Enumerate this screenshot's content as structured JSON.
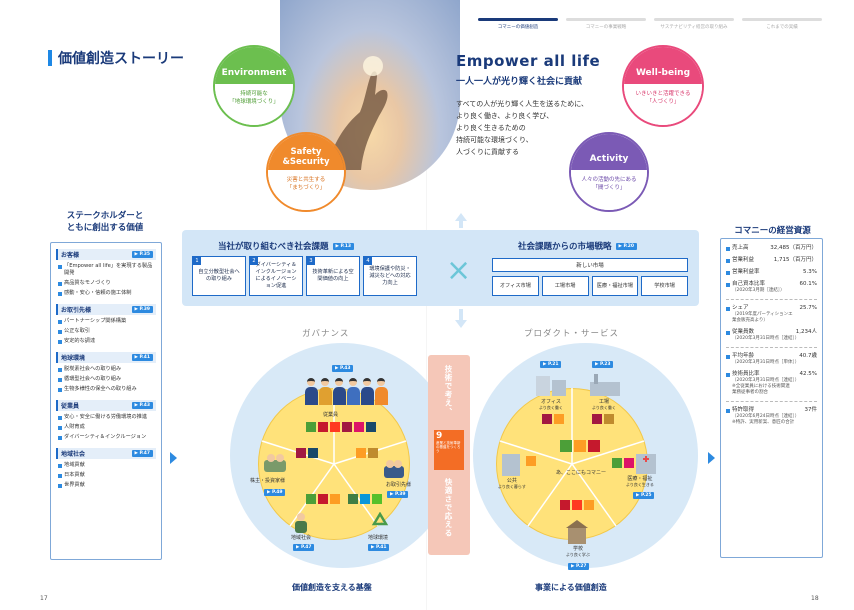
{
  "nav": {
    "tabs": [
      {
        "label": "コマニーの価値創造",
        "active": true
      },
      {
        "label": "コマニーの事業戦略",
        "active": false
      },
      {
        "label": "サステナビリティ経営の取り組み",
        "active": false
      },
      {
        "label": "これまでの実績",
        "active": false
      }
    ]
  },
  "page_title": "価値創造ストーリー",
  "hero": {
    "headline": "Empower all life",
    "subheadline": "一人一人が光り輝く社会に貢献",
    "lines": [
      "すべての人が光り輝く人生を送るために、",
      "より良く働き、より良く学び、",
      "より良く生きるための",
      "持続可能な環境づくり、",
      "人づくりに貢献する"
    ]
  },
  "circles": {
    "environment": {
      "title": "Environment",
      "body1": "持続可能な",
      "body2": "「地球環境づくり」"
    },
    "safety": {
      "title1": "Safety",
      "title2": "&Security",
      "body1": "災害と共生する",
      "body2": "「まちづくり」"
    },
    "wellbeing": {
      "title": "Well-being",
      "body1": "いきいきと活躍できる",
      "body2": "「人づくり」"
    },
    "activity": {
      "title": "Activity",
      "body1": "人々の活動の先にある",
      "body2": "「間づくり」"
    }
  },
  "stakeholders": {
    "title1": "ステークホルダーと",
    "title2": "ともに創出する価値",
    "sections": [
      {
        "name": "お客様",
        "ref": "▶ P.35",
        "items": [
          "「Empower all life」を実現する製品開発",
          "高品質なモノづくり",
          "感動・安心・信頼の施工体制"
        ]
      },
      {
        "name": "お取引先様",
        "ref": "▶ P.39",
        "items": [
          "パートナーシップ関係構築",
          "公正な取引",
          "安定的な調達"
        ]
      },
      {
        "name": "地球環境",
        "ref": "▶ P.41",
        "items": [
          "脱炭素社会への取り組み",
          "循環型社会への取り組み",
          "生物多様性の保全への取り組み"
        ]
      },
      {
        "name": "従業員",
        "ref": "▶ P.43",
        "items": [
          "安心・安全に働ける労働環境の推進",
          "人財育成",
          "ダイバーシティ＆インクルージョン"
        ]
      },
      {
        "name": "地域社会",
        "ref": "▶ P.47",
        "items": [
          "地域貢献",
          "日本貢献",
          "世界貢献"
        ]
      }
    ]
  },
  "resources": {
    "title": "コマニーの経営資源",
    "items": [
      {
        "label": "売上高",
        "value": "32,485（百万円）",
        "note": ""
      },
      {
        "label": "営業利益",
        "value": "1,715（百万円）",
        "note": ""
      },
      {
        "label": "営業利益率",
        "value": "5.3%",
        "note": ""
      },
      {
        "label": "自己資本比率",
        "value": "60.1%",
        "note": "（2020年3月期［連結］）"
      },
      {
        "label": "シェア",
        "value": "25.7%",
        "note": "（2019年度パーティションエ\n業会販売高より）"
      },
      {
        "label": "従業員数",
        "value": "1,234人",
        "note": "（2020年3月31日時点［連結］）"
      },
      {
        "label": "平均年齢",
        "value": "40.7歳",
        "note": "（2020年3月31日時点［単体］）"
      },
      {
        "label": "技術員比率",
        "value": "42.5%",
        "note": "（2020年3月31日時点［連結］）\n※全従業員における技術関連\n業務従事者の割合"
      },
      {
        "label": "特許取得",
        "value": "37件",
        "note": "（2020年6月24日時点［連結］）\n※特許、実用新案、意匠の合計"
      }
    ]
  },
  "issues": {
    "title": "当社が取り組むべき社会課題",
    "ref": "▶ P.13",
    "items": [
      {
        "num": "1",
        "label": "自立分散型社会への取り組み"
      },
      {
        "num": "2",
        "label": "ダイバーシティ＆インクルージョンによるイノベーション促進"
      },
      {
        "num": "3",
        "label": "技術革新による空間価値の向上"
      },
      {
        "num": "4",
        "label": "環境保護や防災・減災などへの対応力向上"
      }
    ]
  },
  "markets": {
    "title": "社会課題からの市場戦略",
    "ref": "▶ P.20",
    "new_market": "新しい市場",
    "items": [
      "オフィス市場",
      "工場市場",
      "医療・福祉市場",
      "学校市場"
    ]
  },
  "cross_symbol": "×",
  "governance": {
    "label": "ガバナンス",
    "bottom": "価値創造を支える基盤",
    "ref_top": "▶ P.43",
    "employees": "従業員",
    "shareholders": "株主・投資家様",
    "ref_sh": "▶ P.49",
    "clients": "お取引先様",
    "ref_cl": "▶ P.39",
    "community": "地域社会",
    "ref_co": "▶ P.47",
    "environment": "地球環境",
    "ref_env": "▶ P.41"
  },
  "products": {
    "label": "プロダクト・サービス",
    "bottom": "事業による価値創造",
    "ref1": "▶ P.21",
    "ref2": "▶ P.23",
    "ref3": "▶ P.25",
    "ref4": "▶ P.27",
    "office": "オフィス",
    "office_sub": "より良く働く",
    "factory": "工場",
    "factory_sub": "より良く働く",
    "public": "公共",
    "public_sub": "より良く暮らす",
    "medical": "医療・福祉",
    "medical_sub": "より良く生きる",
    "school": "学校",
    "school_sub": "より良く学ぶ",
    "center": "あ、ここにもコマニー"
  },
  "center_column": {
    "top": "技術で考え、",
    "bottom": "快適さで応える",
    "sdg_num": "9",
    "sdg_text": "産業と技術革新の基盤をつくろう"
  },
  "page_numbers": {
    "left": "17",
    "right": "18"
  }
}
